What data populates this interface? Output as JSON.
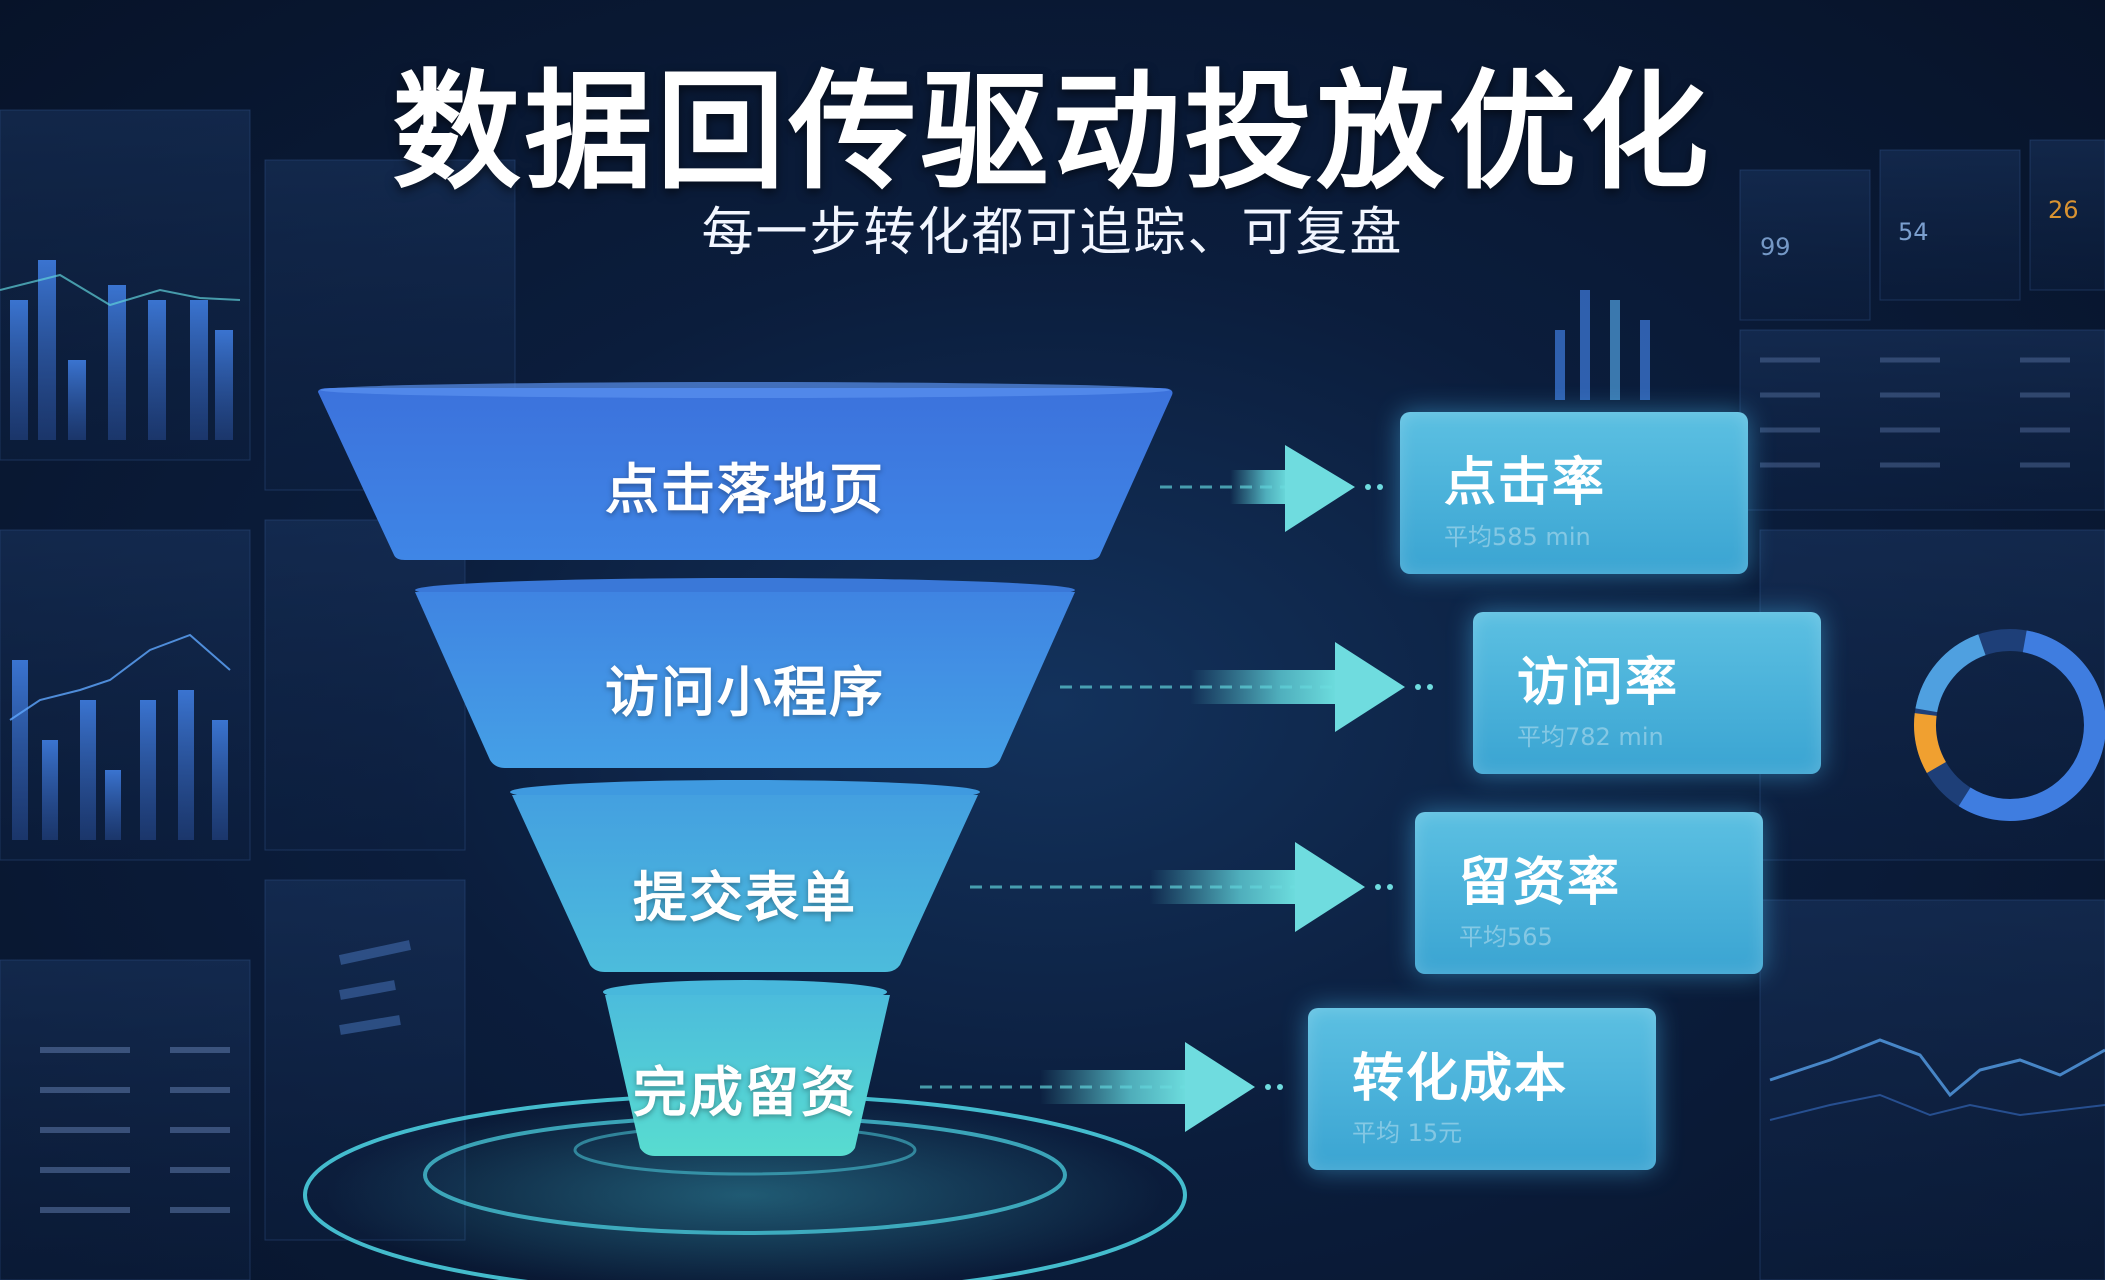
{
  "title": "数据回传驱动投放优化",
  "subtitle": "每一步转化都可追踪、可复盘",
  "funnel": {
    "stages": [
      {
        "label": "点击落地页"
      },
      {
        "label": "访问小程序"
      },
      {
        "label": "提交表单"
      },
      {
        "label": "完成留资"
      }
    ]
  },
  "metrics": [
    {
      "label": "点击率",
      "sub": "平均585 min"
    },
    {
      "label": "访问率",
      "sub": "平均782 min"
    },
    {
      "label": "留资率",
      "sub": "平均565"
    },
    {
      "label": "转化成本",
      "sub": "平均 15元"
    }
  ],
  "background_panels": {
    "top_right_stats": [
      "99",
      "54",
      "26"
    ]
  },
  "colors": {
    "background": "#0b1d3c",
    "funnel_top": "#3f7de0",
    "funnel_bottom": "#56d6cf",
    "metric_box": "#4bb2da",
    "arrow": "#5fd0d8",
    "accent_orange": "#f0a030"
  }
}
